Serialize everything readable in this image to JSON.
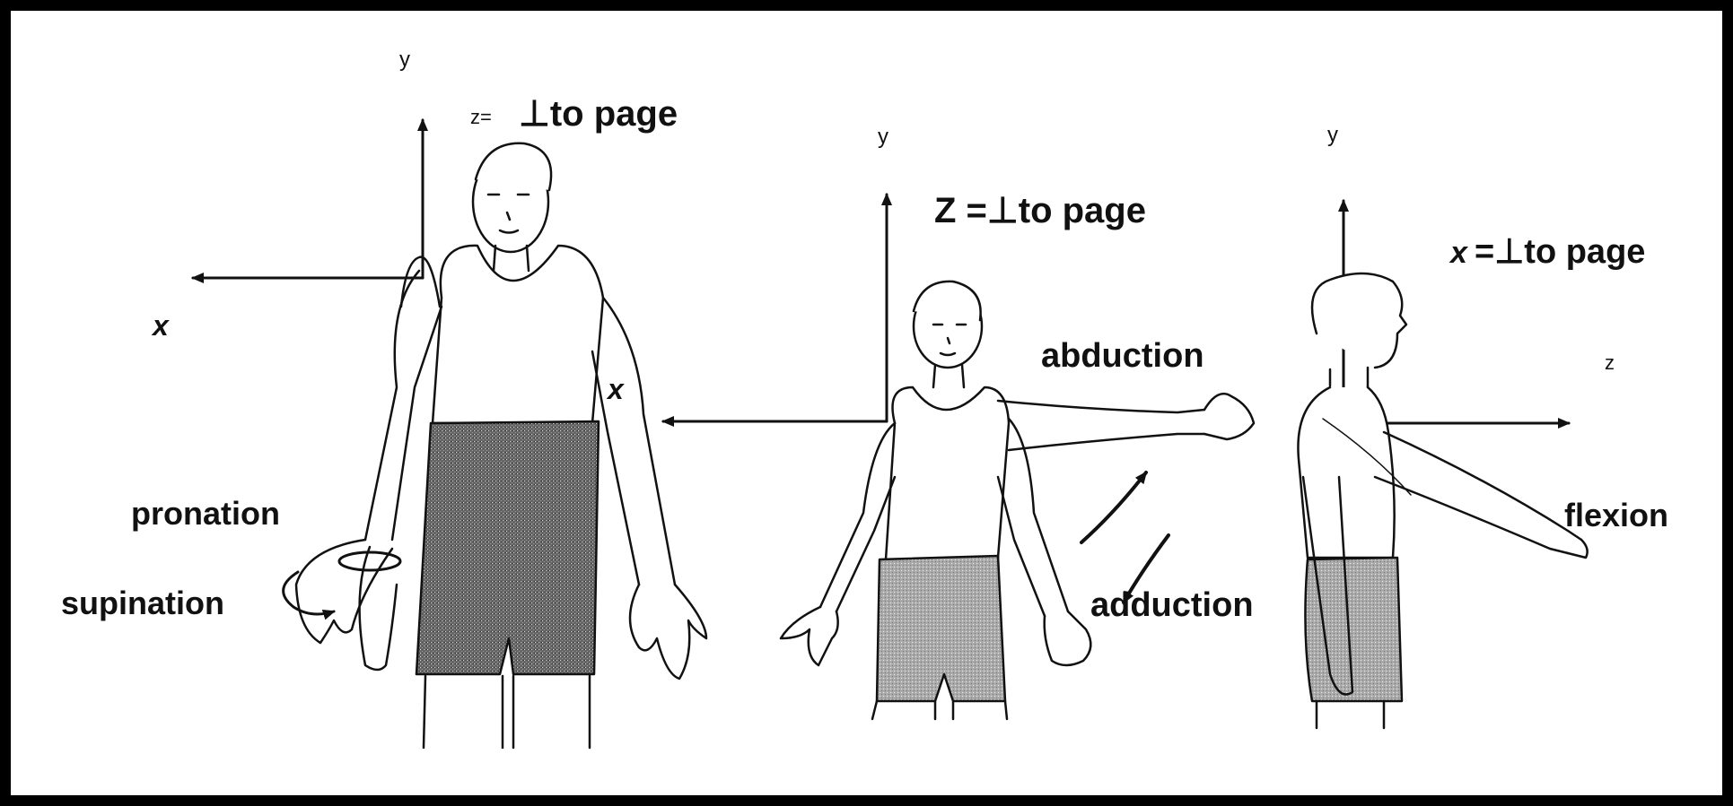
{
  "colors": {
    "frame": "#000000",
    "background": "#ffffff",
    "ink": "#111111",
    "shorts_fill": "#555555"
  },
  "icons": [
    "arrow-up-icon",
    "arrow-left-icon",
    "arrow-right-icon",
    "curved-rotation-arrow-icon",
    "human-figure-front",
    "human-figure-side"
  ],
  "figure1": {
    "y_label": "y",
    "z_prefix": "z=",
    "z_text": "⊥to page",
    "x_label": "x",
    "arm_x_label": "x",
    "pronation": "pronation",
    "supination": "supination"
  },
  "figure2": {
    "y_label": "y",
    "z_text": "Z =⊥to page",
    "abduction": "abduction",
    "adduction": "adduction"
  },
  "figure3": {
    "y_label": "y",
    "x_text": "=⊥to page",
    "x_italic": "x",
    "z_label": "z",
    "flexion": "flexion"
  }
}
